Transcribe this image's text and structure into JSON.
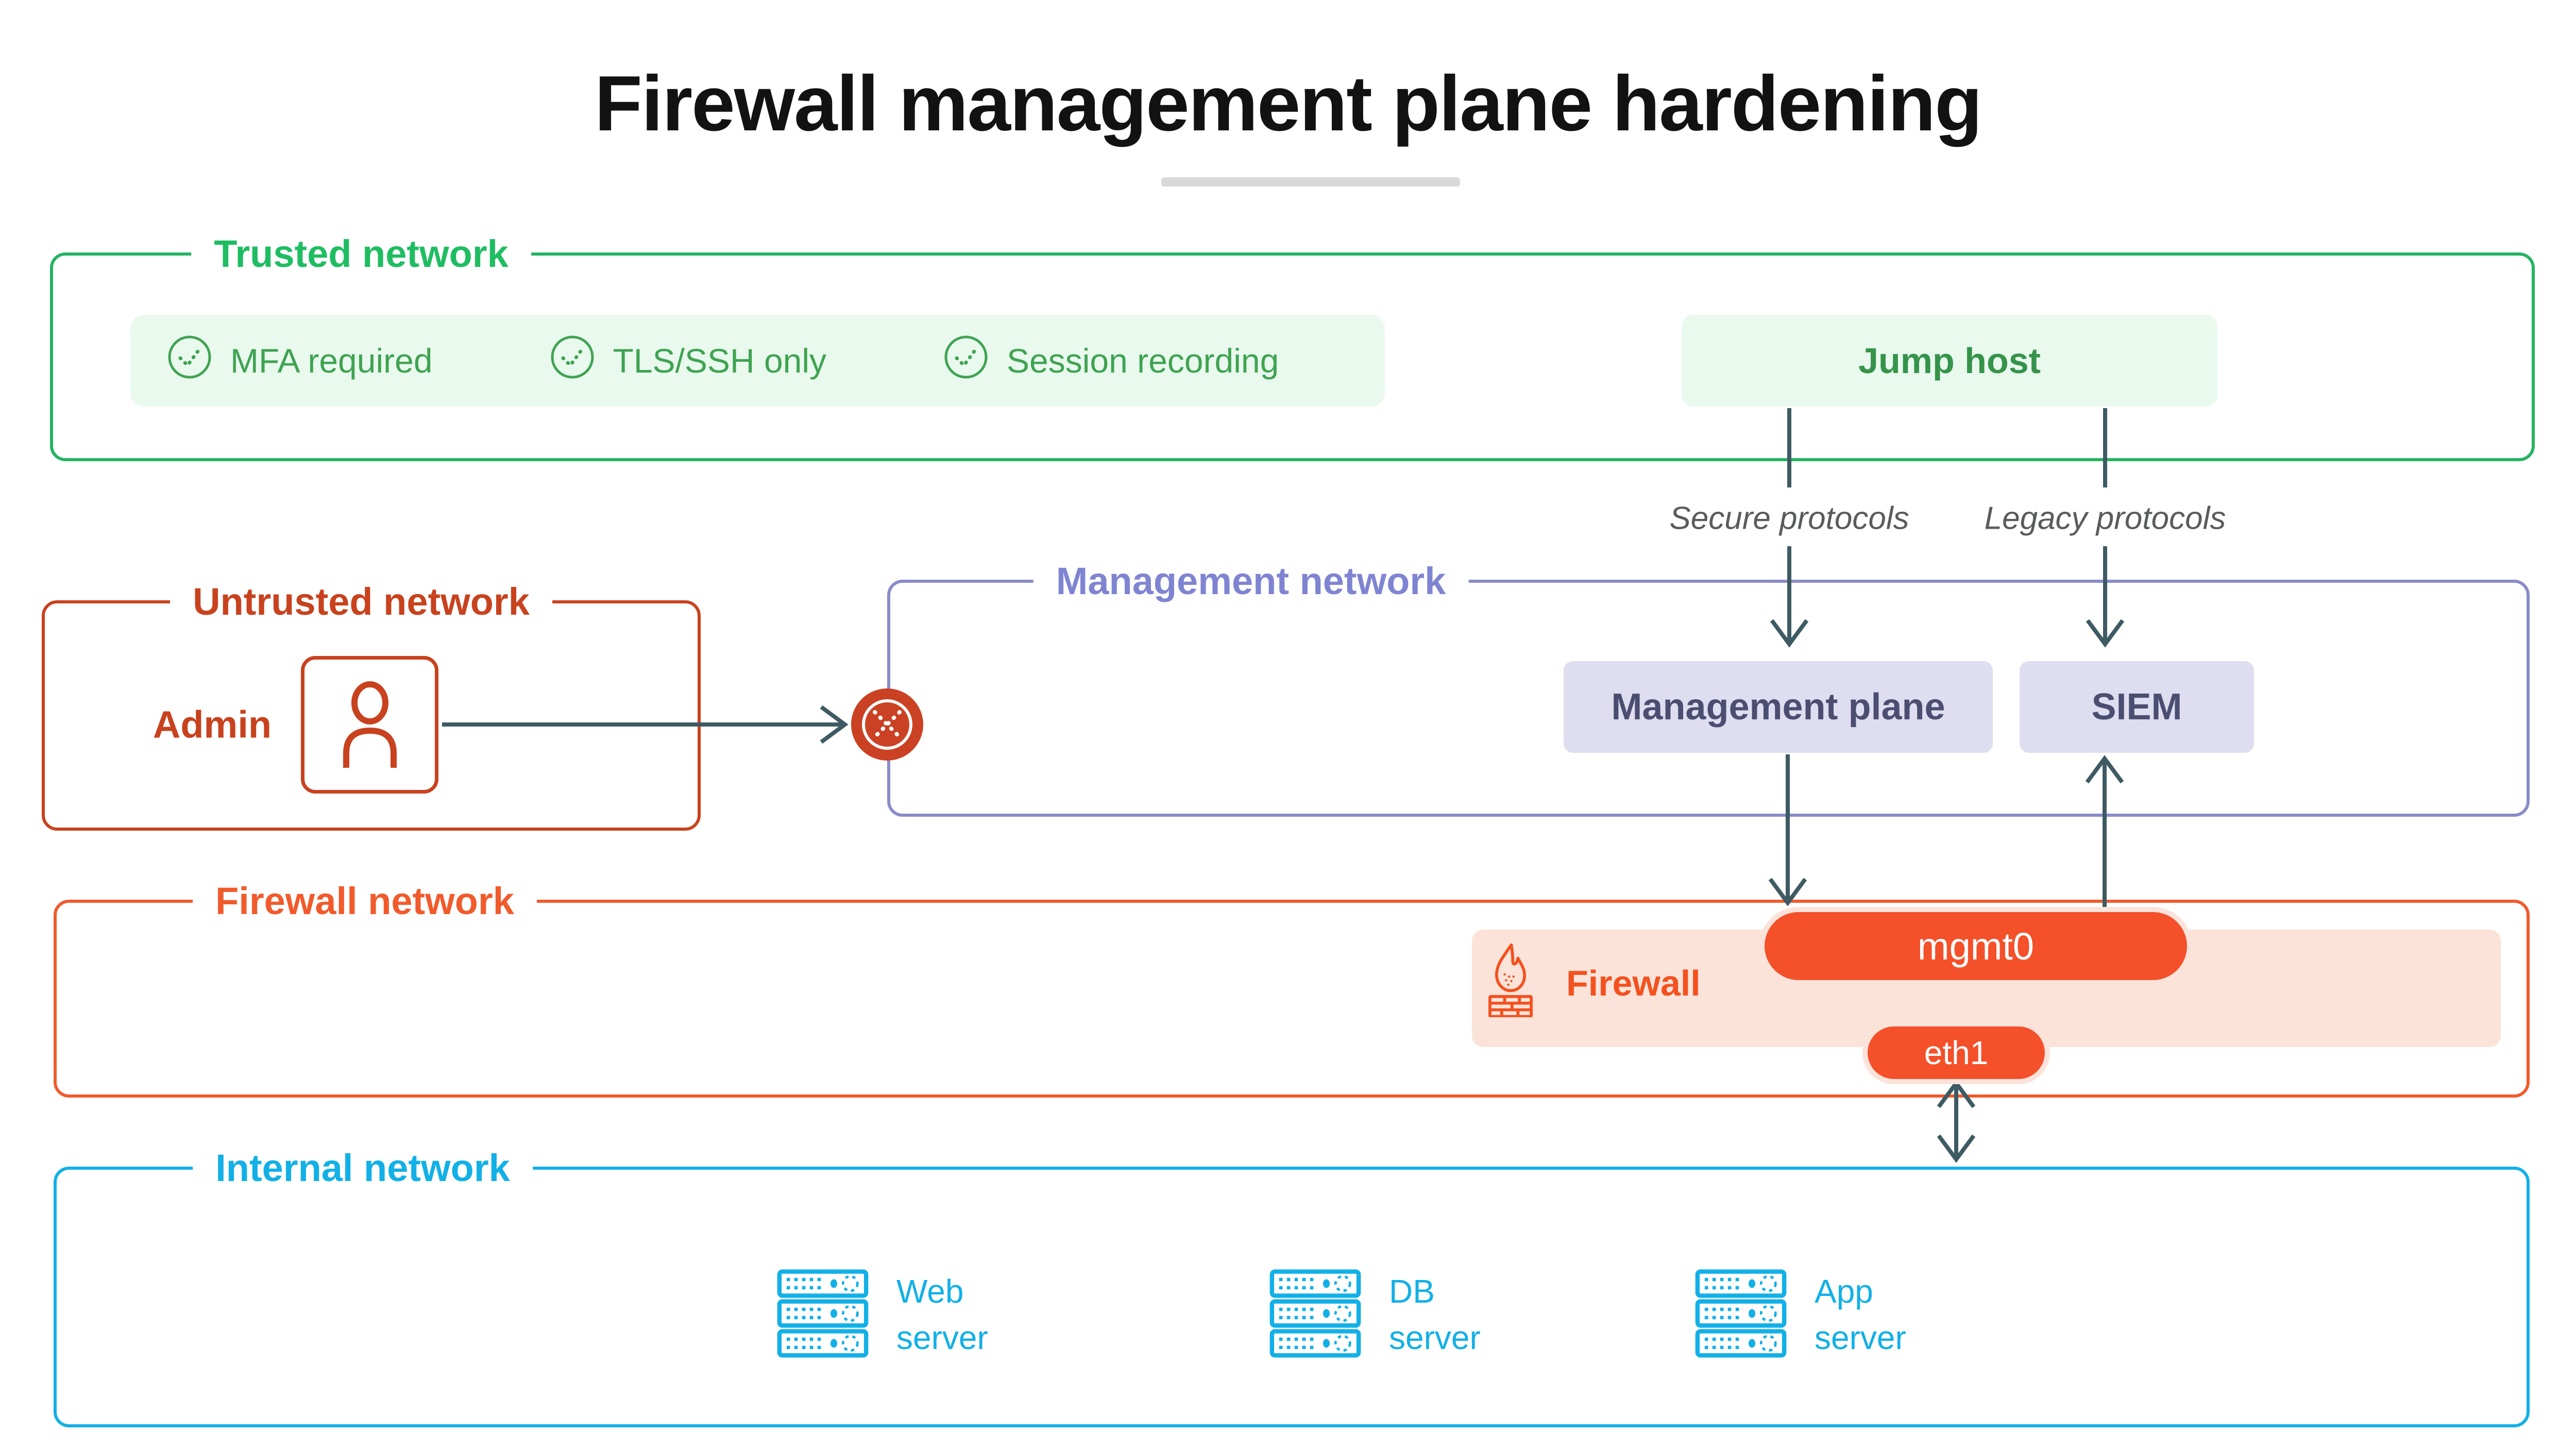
{
  "title": "Firewall management plane hardening",
  "colors": {
    "green_border": "#24b363",
    "green_label": "#1fbd62",
    "green_text": "#3fa351",
    "green_bg": "#e9f9ee",
    "red": "#c8421e",
    "blocked_fill": "#cb4123",
    "purple_border": "#888cc9",
    "purple_label": "#7f84d2",
    "purple_bg": "#dfddf0",
    "purple_text": "#4b4e70",
    "orange": "#f15b2c",
    "orange_pill": "#f4502a",
    "pink_bg": "#fbe3da",
    "cyan": "#12b0e6",
    "arrow": "#3e5a63",
    "protocol_text": "#5a5b5e",
    "divider": "#d9d9d9",
    "title_text": "#121212"
  },
  "icons": {
    "check-circle-icon": "green circle outline with dotted check mark",
    "blocked-connection-icon": "solid red circle, white inner ring, dotted white X",
    "person-icon": "outlined head and shoulders in rounded square",
    "firewall-icon": "outlined flame over brick wall",
    "server-rack-icon": "three stacked rack units with dots, LED and dashed dial"
  },
  "trusted_network": {
    "label": "Trusted network",
    "controls": [
      "MFA required",
      "TLS/SSH only",
      "Session recording"
    ],
    "jump_host_label": "Jump host"
  },
  "flows": {
    "secure_label": "Secure protocols",
    "legacy_label": "Legacy protocols"
  },
  "untrusted_network": {
    "label": "Untrusted network",
    "admin_label": "Admin"
  },
  "management_network": {
    "label": "Management network",
    "management_plane_label": "Management plane",
    "siem_label": "SIEM"
  },
  "firewall_network": {
    "label": "Firewall network",
    "firewall_label": "Firewall",
    "mgmt0_label": "mgmt0",
    "eth1_label": "eth1"
  },
  "internal_network": {
    "label": "Internal network",
    "servers": [
      "Web server",
      "DB server",
      "App server"
    ]
  }
}
